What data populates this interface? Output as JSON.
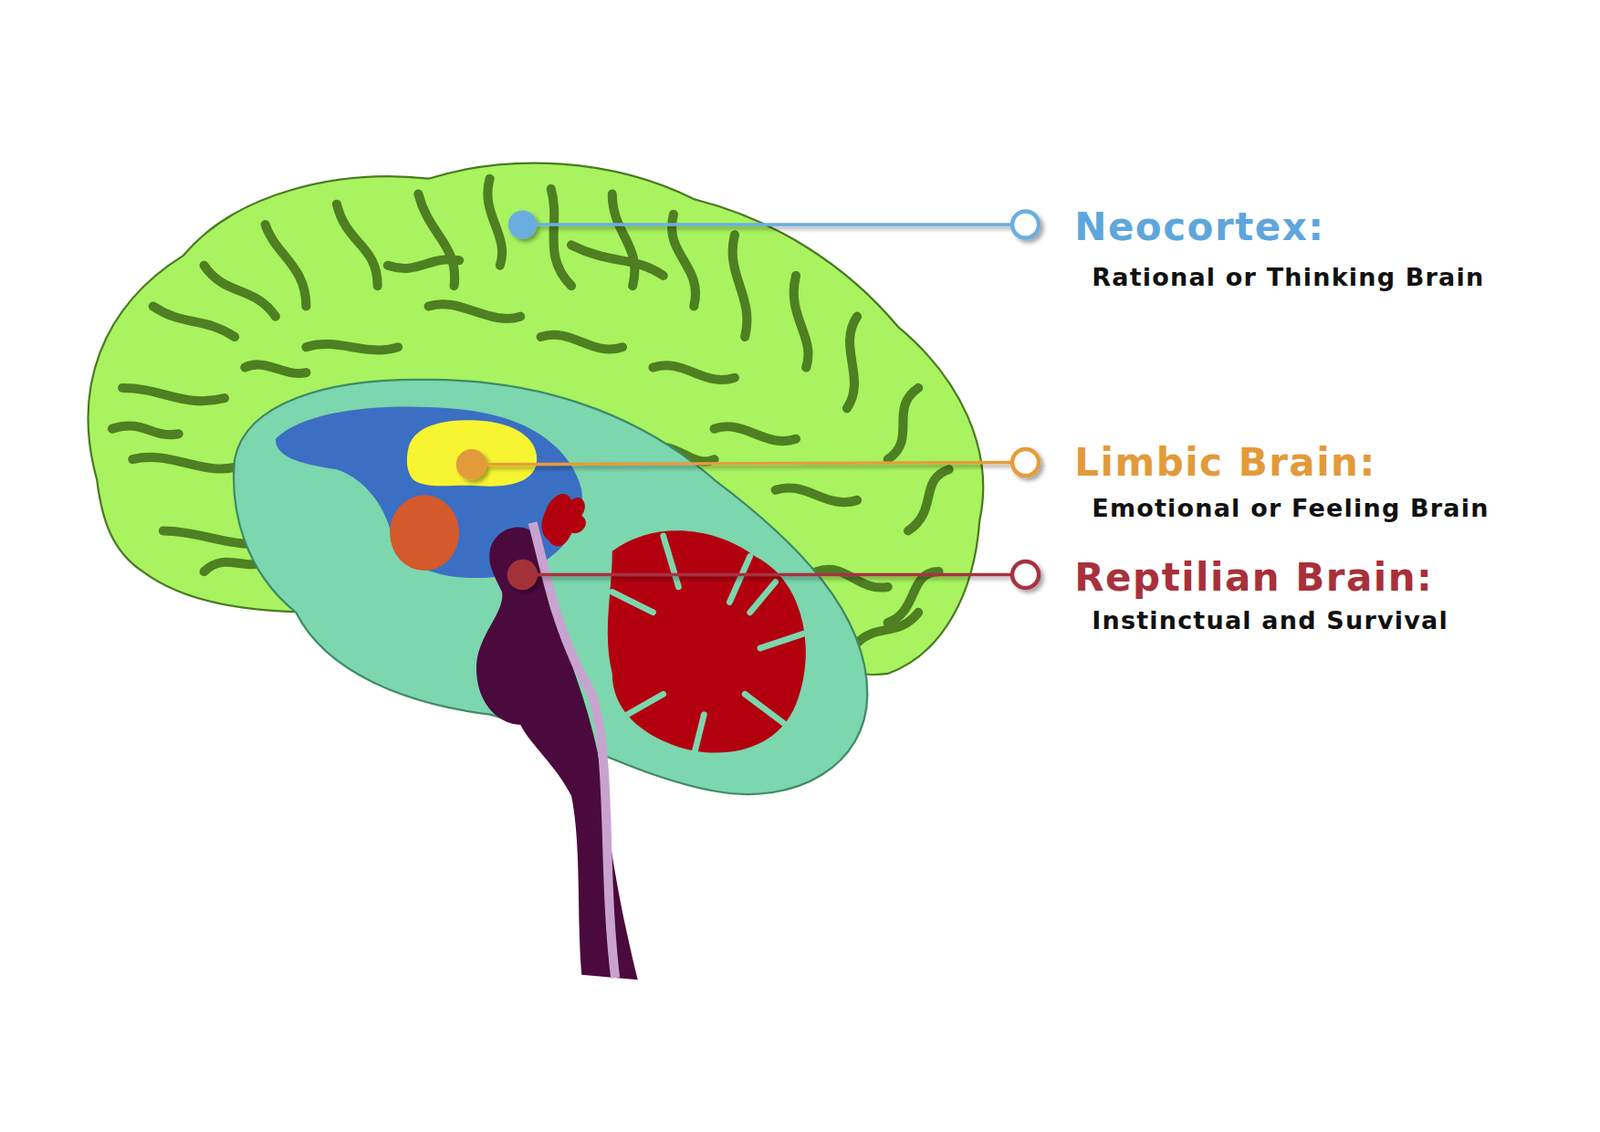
{
  "diagram": {
    "labels": [
      "Neocortex:",
      "Rational or Thinking Brain",
      "Limbic Brain:",
      "Emotional or Feeling Brain",
      "Reptilian Brain:",
      "Instinctual and Survival"
    ]
  }
}
